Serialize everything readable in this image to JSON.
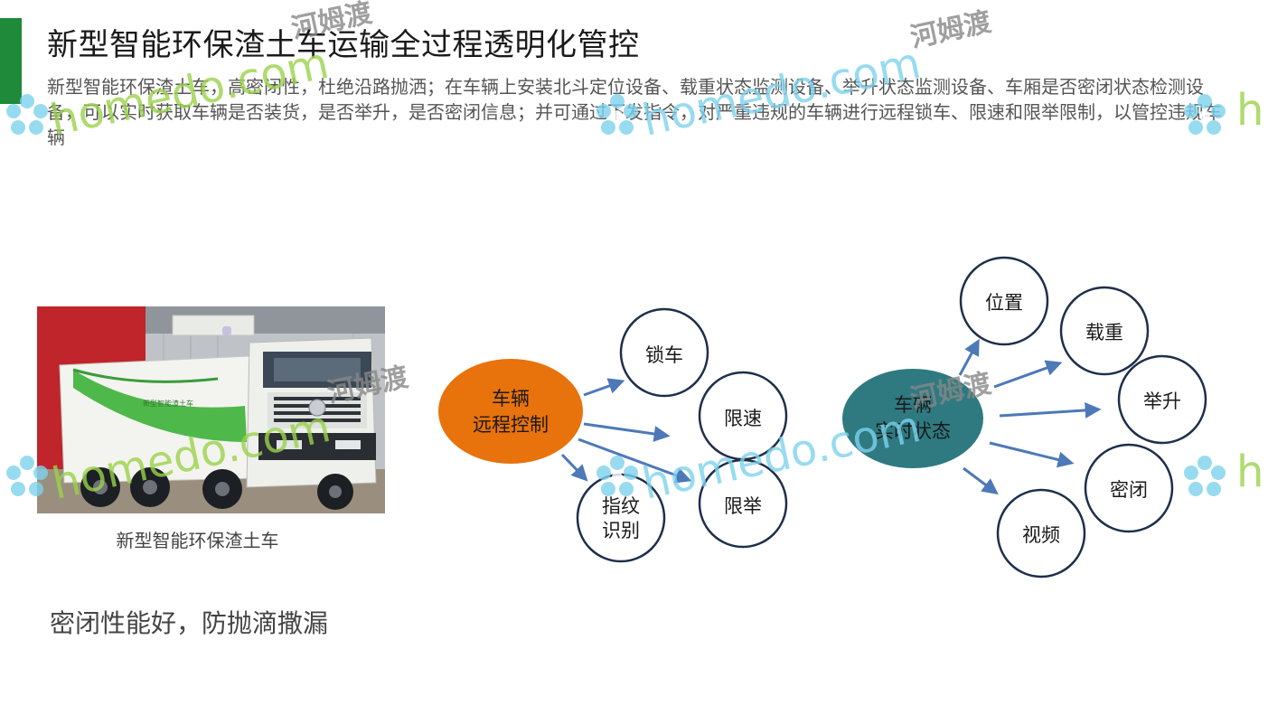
{
  "slide": {
    "title": "新型智能环保渣土车运输全过程透明化管控",
    "description": "新型智能环保渣土车，高密闭性，杜绝沿路抛洒；在车辆上安装北斗定位设备、载重状态监测设备、举升状态监测设备、车厢是否密闭状态检测设备，可以实时获取车辆是否装货，是否举升，是否密闭信息；并可通过下发指令，对严重违规的车辆进行远程锁车、限速和限举限制，以管控违规车辆",
    "photo_caption": "新型智能环保渣土车",
    "truck_door_text": "新型智能渣土车",
    "bottom_note": "密闭性能好，防抛滴撒漏",
    "colors": {
      "accent": "#1e8a3a",
      "control_hub": "#e8720c",
      "status_hub": "#2e7a80",
      "arrow": "#4d79b8",
      "node_outline": "#1f2f4a"
    }
  },
  "diagram": {
    "remote_control": {
      "label_line1": "车辆",
      "label_line2": "远程控制",
      "children": [
        {
          "label_line1": "锁车",
          "label_line2": ""
        },
        {
          "label_line1": "限速",
          "label_line2": ""
        },
        {
          "label_line1": "限举",
          "label_line2": ""
        },
        {
          "label_line1": "指纹",
          "label_line2": "识别"
        }
      ]
    },
    "realtime_status": {
      "label_line1": "车辆",
      "label_line2": "实时状态",
      "children": [
        {
          "label": "位置"
        },
        {
          "label": "载重"
        },
        {
          "label": "举升"
        },
        {
          "label": "密闭"
        },
        {
          "label": "视频"
        }
      ]
    }
  },
  "watermark": {
    "brand_cn": "河姆渡",
    "brand_en": "homedo.com"
  }
}
